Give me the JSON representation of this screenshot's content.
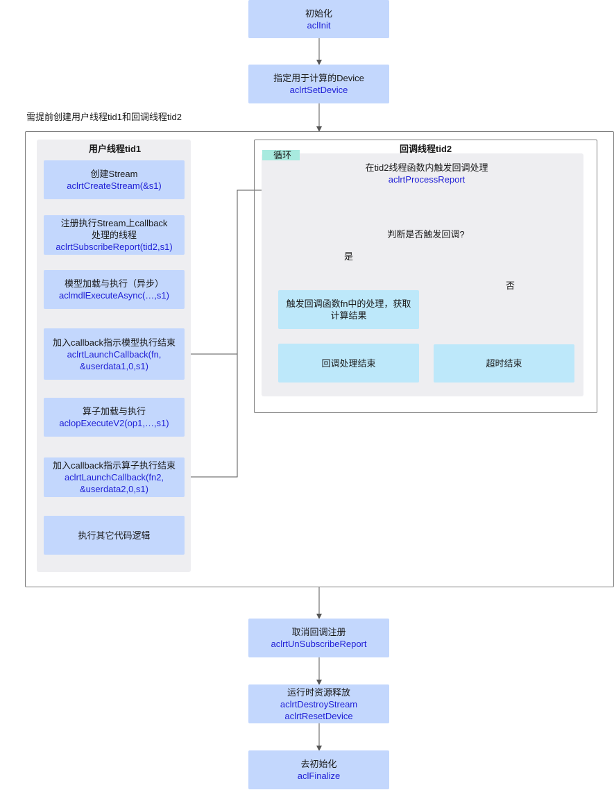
{
  "top_flow": {
    "init": {
      "label": "初始化",
      "code": "aclInit"
    },
    "set_device": {
      "label": "指定用于计算的Device",
      "code": "aclrtSetDevice"
    },
    "note": "需提前创建用户线程tid1和回调线程tid2"
  },
  "user_thread": {
    "title": "用户线程tid1",
    "steps": [
      {
        "label": "创建Stream",
        "code": "aclrtCreateStream(&s1)"
      },
      {
        "label": "注册执行Stream上callback",
        "label2": "处理的线程",
        "code": "aclrtSubscribeReport(tid2,s1)"
      },
      {
        "label": "模型加载与执行（异步）",
        "code": "aclmdlExecuteAsync(…,s1)"
      },
      {
        "label": "加入callback指示模型执行结束",
        "code": "aclrtLaunchCallback(fn,",
        "code2": "&userdata1,0,s1)"
      },
      {
        "label": "算子加载与执行",
        "code": "aclopExecuteV2(op1,…,s1)"
      },
      {
        "label": "加入callback指示算子执行结束",
        "code": "aclrtLaunchCallback(fn2,",
        "code2": "&userdata2,0,s1)"
      },
      {
        "label": "执行其它代码逻辑"
      }
    ]
  },
  "callback_thread": {
    "title": "回调线程tid2",
    "loop_tag": "循环",
    "process": {
      "label": "在tid2线程函数内触发回调处理",
      "code": "aclrtProcessReport"
    },
    "decision": "判断是否触发回调?",
    "yes_label": "是",
    "no_label": "否",
    "trigger": {
      "label": "触发回调函数fn中的处理，获取",
      "label2": "计算结果"
    },
    "done": "回调处理结束",
    "timeout": "超时结束"
  },
  "bottom_flow": {
    "unsubscribe": {
      "label": "取消回调注册",
      "code": "aclrtUnSubscribeReport"
    },
    "release": {
      "label": "运行时资源释放",
      "code": "aclrtDestroyStream",
      "code2": "aclrtResetDevice"
    },
    "finalize": {
      "label": "去初始化",
      "code": "aclFinalize"
    }
  }
}
